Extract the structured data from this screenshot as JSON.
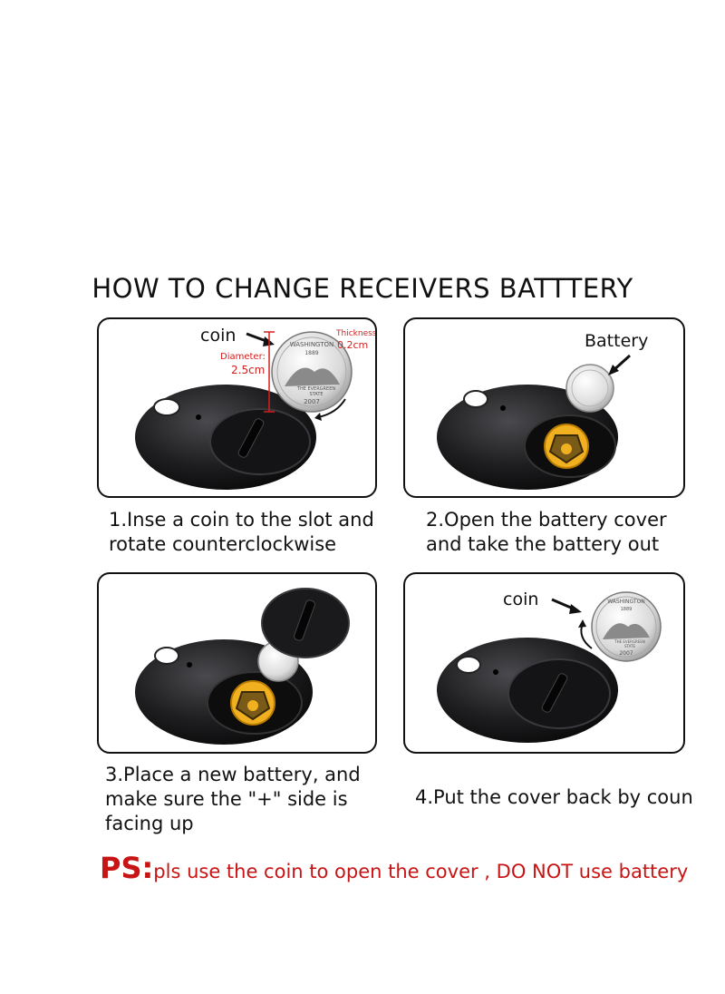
{
  "title": "HOW TO CHANGE RECEIVERS BATTTERY",
  "panels": {
    "p1": {
      "coin_label": "coin",
      "diameter_label": "Diameter:",
      "diameter_value": "2.5cm",
      "thickness_label": "Thickness:",
      "thickness_value": "0.2cm",
      "coin_text_top": "WASHINGTON",
      "coin_year": "1889",
      "coin_text_mid": "THE EVERGREEN",
      "coin_text_state": "STATE",
      "coin_text_bottom": "2007"
    },
    "p2": {
      "battery_label": "Battery"
    },
    "p4": {
      "coin_label": "coin",
      "coin_text_top": "WASHINGTON",
      "coin_year": "1889",
      "coin_text_mid": "THE EVERGREEN",
      "coin_text_state": "STATE",
      "coin_text_bottom": "2007"
    }
  },
  "steps": [
    {
      "lines": [
        "1.Inse a coin to the slot and",
        "rotate counterclockwise"
      ]
    },
    {
      "lines": [
        "2.Open the battery cover",
        "and take the battery out"
      ]
    },
    {
      "lines": [
        "3.Place a new battery, and",
        "make sure the \"+\" side is",
        "facing up"
      ]
    },
    {
      "lines": [
        "4.Put the cover back by coun"
      ]
    }
  ],
  "note": {
    "prefix": "PS:",
    "text": "pls use the coin to open the cover , DO NOT use battery"
  },
  "colors": {
    "note_red": "#c81414",
    "dimension_red": "#d42020",
    "receiver_black": "#1c1c1e",
    "contact_yellow": "#f0b020"
  },
  "icons": [
    "coin-icon",
    "battery-icon",
    "receiver-device",
    "arrow-icon",
    "rotate-arrow-icon"
  ]
}
